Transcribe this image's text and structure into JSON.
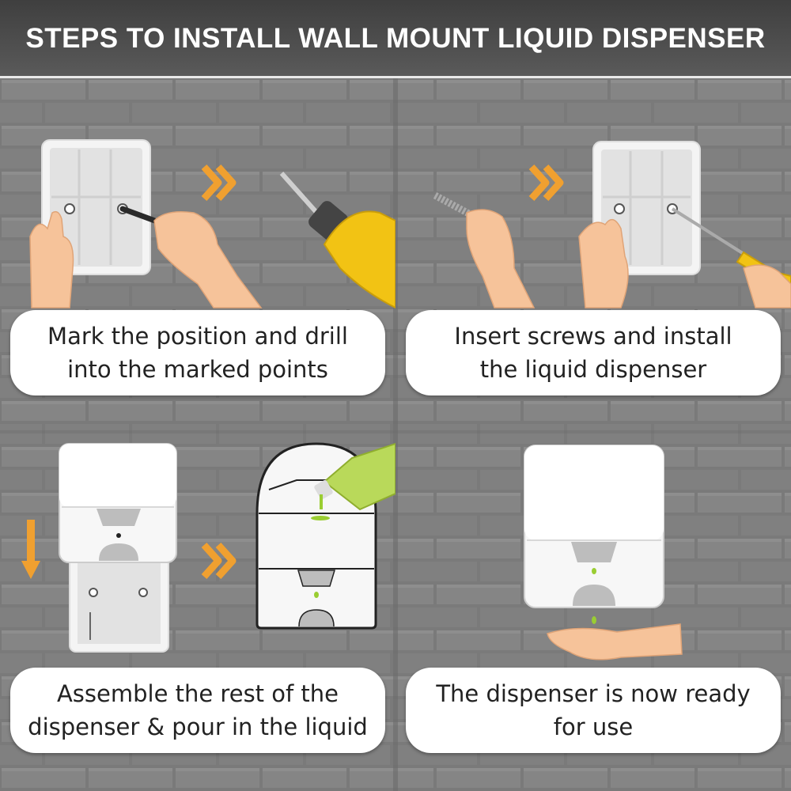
{
  "title": "STEPS TO INSTALL WALL MOUNT LIQUID DISPENSER",
  "steps": [
    {
      "line1": "Mark the position and drill",
      "line2": "into the marked points"
    },
    {
      "line1": "Insert screws and install",
      "line2": "the liquid dispenser"
    },
    {
      "line1": "Assemble the rest of the",
      "line2": "dispenser & pour in the liquid"
    },
    {
      "line1": "The dispenser is now ready",
      "line2": "for use"
    }
  ],
  "colors": {
    "wall": "#7d7d7d",
    "mortar": "#5c5c5c",
    "arrow": "#f0a030",
    "liquid": "#9acd32",
    "skin": "#f6c39a",
    "drill": "#f2c314"
  }
}
